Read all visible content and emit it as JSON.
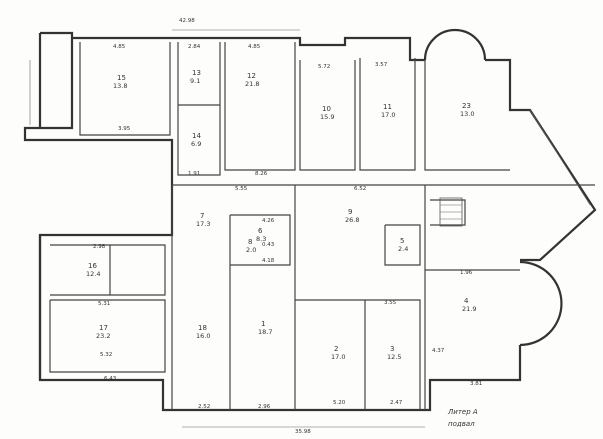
{
  "plan": {
    "dims": [
      {
        "id": "top",
        "text": "42.98"
      },
      {
        "id": "bottom",
        "text": "35.98"
      },
      {
        "id": "r1w",
        "text": "4.85"
      },
      {
        "id": "r1d",
        "text": "3.95"
      },
      {
        "id": "r2w",
        "text": "2.84"
      },
      {
        "id": "r3w",
        "text": "4.85"
      },
      {
        "id": "r3d",
        "text": "8.26"
      },
      {
        "id": "r4w",
        "text": "5.72"
      },
      {
        "id": "r5w",
        "text": "3.57"
      },
      {
        "id": "c1",
        "text": "1.91"
      },
      {
        "id": "c2",
        "text": "5.55"
      },
      {
        "id": "c3",
        "text": "4.26"
      },
      {
        "id": "c4",
        "text": "4.18"
      },
      {
        "id": "c5",
        "text": "2.98"
      },
      {
        "id": "c6",
        "text": "5.31"
      },
      {
        "id": "c7",
        "text": "5.32"
      },
      {
        "id": "c8",
        "text": "6.43"
      },
      {
        "id": "c9",
        "text": "2.52"
      },
      {
        "id": "c10",
        "text": "2.96"
      },
      {
        "id": "c11",
        "text": "5.20"
      },
      {
        "id": "c12",
        "text": "2.47"
      },
      {
        "id": "c13",
        "text": "6.52"
      },
      {
        "id": "c14",
        "text": "1.96"
      },
      {
        "id": "c15",
        "text": "3.81"
      },
      {
        "id": "c16",
        "text": "4.37"
      },
      {
        "id": "c17",
        "text": "3.55"
      },
      {
        "id": "c18",
        "text": "0.43"
      }
    ],
    "rooms": [
      {
        "id": "room-a",
        "num": "15",
        "area": "13.8"
      },
      {
        "id": "room-b",
        "num": "13",
        "area": "9.1"
      },
      {
        "id": "room-c",
        "num": "12",
        "area": "21.8"
      },
      {
        "id": "room-d",
        "num": "10",
        "area": "15.9"
      },
      {
        "id": "room-e",
        "num": "11",
        "area": "17.0"
      },
      {
        "id": "room-f",
        "num": "23",
        "area": "13.0"
      },
      {
        "id": "room-g",
        "num": "14",
        "area": "6.9"
      },
      {
        "id": "room-h",
        "num": "7",
        "area": "17.3"
      },
      {
        "id": "room-i",
        "num": "9",
        "area": "26.8"
      },
      {
        "id": "room-j",
        "num": "6",
        "area": "8.3"
      },
      {
        "id": "room-k",
        "num": "16",
        "area": "12.4"
      },
      {
        "id": "room-l",
        "num": "17",
        "area": "23.2"
      },
      {
        "id": "room-m",
        "num": "18",
        "area": "16.0"
      },
      {
        "id": "room-n",
        "num": "1",
        "area": "18.7"
      },
      {
        "id": "room-o",
        "num": "2",
        "area": "17.0"
      },
      {
        "id": "room-p",
        "num": "3",
        "area": "12.5"
      },
      {
        "id": "room-q",
        "num": "4",
        "area": "21.9"
      },
      {
        "id": "room-r",
        "num": "5",
        "area": "2.4"
      },
      {
        "id": "room-s",
        "num": "8",
        "area": "2.0"
      }
    ],
    "note_line1": "Литер А",
    "note_line2": "подвал"
  }
}
